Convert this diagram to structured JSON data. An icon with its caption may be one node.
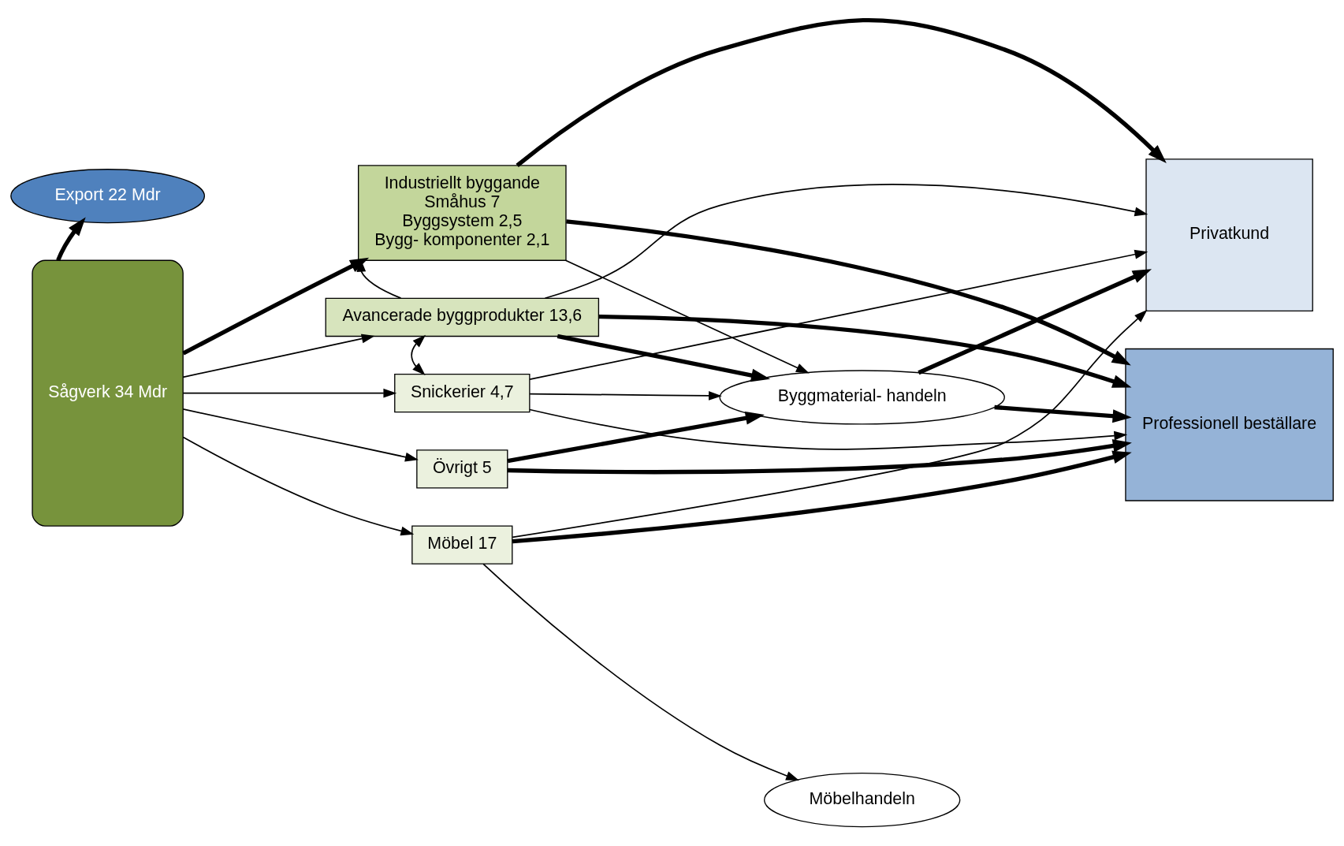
{
  "diagram": {
    "nodes": [
      {
        "text": [
          "Export 22 Mdr"
        ]
      },
      {
        "text": [
          "Sågverk 34 Mdr"
        ]
      },
      {
        "text": [
          "Industriellt byggande",
          "Småhus 7",
          "Byggsystem 2,5",
          "Bygg- komponenter 2,1"
        ]
      },
      {
        "text": [
          "Avancerade byggprodukter 13,6"
        ]
      },
      {
        "text": [
          "Snickerier 4,7"
        ]
      },
      {
        "text": [
          "Övrigt 5"
        ]
      },
      {
        "text": [
          "Möbel 17"
        ]
      },
      {
        "text": [
          "Byggmaterial- handeln"
        ]
      },
      {
        "text": [
          "Möbelhandeln"
        ]
      },
      {
        "text": [
          "Privatkund"
        ]
      },
      {
        "text": [
          "Professionell beställare"
        ]
      }
    ],
    "edges": [
      {
        "from": 1,
        "to": 0,
        "arrow": "to",
        "style": "thick"
      },
      {
        "from": 1,
        "to": 2,
        "arrow": "to",
        "style": "thick"
      },
      {
        "from": 1,
        "to": 3,
        "arrow": "to"
      },
      {
        "from": 1,
        "to": 4,
        "arrow": "to"
      },
      {
        "from": 1,
        "to": 5,
        "arrow": "to"
      },
      {
        "from": 1,
        "to": 6,
        "arrow": "to"
      },
      {
        "from": 3,
        "to": 2,
        "arrow": "to"
      },
      {
        "from": 3,
        "to": 4,
        "arrow": "both"
      },
      {
        "from": 2,
        "to": 9,
        "arrow": "to",
        "style": "thick"
      },
      {
        "from": 2,
        "to": 7,
        "arrow": "to"
      },
      {
        "from": 2,
        "to": 10,
        "arrow": "to",
        "style": "thick"
      },
      {
        "from": 3,
        "to": 9,
        "arrow": "to"
      },
      {
        "from": 3,
        "to": 7,
        "arrow": "to",
        "style": "thick"
      },
      {
        "from": 3,
        "to": 10,
        "arrow": "to",
        "style": "thick"
      },
      {
        "from": 4,
        "to": 9,
        "arrow": "to"
      },
      {
        "from": 4,
        "to": 7,
        "arrow": "to"
      },
      {
        "from": 4,
        "to": 10,
        "arrow": "to"
      },
      {
        "from": 5,
        "to": 7,
        "arrow": "to",
        "style": "thick"
      },
      {
        "from": 5,
        "to": 10,
        "arrow": "to",
        "style": "thick"
      },
      {
        "from": 6,
        "to": 9,
        "arrow": "to"
      },
      {
        "from": 6,
        "to": 10,
        "arrow": "to",
        "style": "thick"
      },
      {
        "from": 6,
        "to": 8,
        "arrow": "to"
      },
      {
        "from": 7,
        "to": 9,
        "arrow": "to",
        "style": "thick"
      },
      {
        "from": 7,
        "to": 10,
        "arrow": "to",
        "style": "thick"
      }
    ]
  }
}
